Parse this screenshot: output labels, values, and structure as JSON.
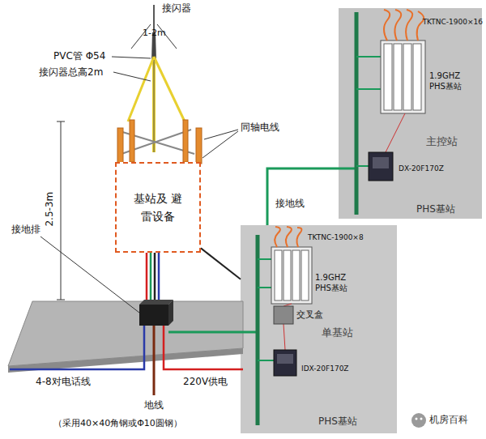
{
  "diagram": {
    "nodes": [
      {
        "text": [
          "基站及 避雷设备"
        ]
      },
      {
        "text": [
          "主控站",
          "PHS基站"
        ]
      },
      {
        "text": [
          "1.9GHZ PHS基站"
        ],
        "in": 1
      },
      {
        "text": [
          "单基站",
          "PHS基站"
        ]
      },
      {
        "text": [
          "1.9GHZ PHS基站"
        ],
        "in": 3
      },
      {
        "text": [
          "交叉盒"
        ],
        "in": 3
      }
    ],
    "edges": [
      {
        "from": 0,
        "to": 3,
        "arrow": "none"
      },
      {
        "from": 3,
        "to": 1,
        "label": "接地线",
        "arrow": "none"
      }
    ],
    "labels": [
      "接闪器",
      "1-2m",
      "PVC管 Φ54",
      "接闪器总高2m",
      "同轴电线",
      "2.5-3m",
      "接地排",
      "TKTNC-1900×16",
      "DX-20F170Z",
      "TKTNC-1900×8",
      "IDX-20F170Z",
      "4-8对电话线",
      "220V供电",
      "地线",
      "（采用40×40角钢或Φ10圆钢）",
      "机房百科"
    ]
  }
}
